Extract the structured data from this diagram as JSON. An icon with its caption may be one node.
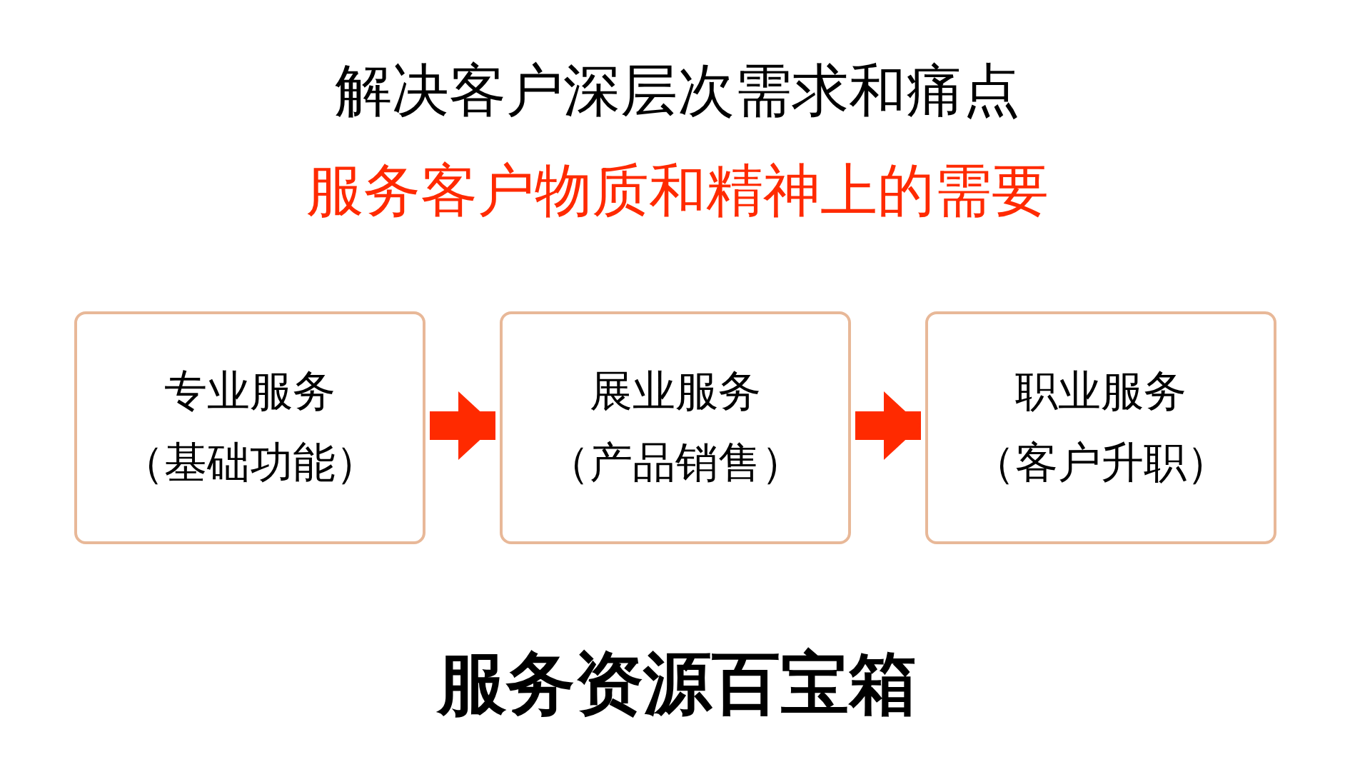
{
  "diagram": {
    "title": "解决客户深层次需求和痛点",
    "nodes": [
      {
        "text": [
          "专业服务",
          "（基础功能）"
        ]
      },
      {
        "text": [
          "展业服务",
          "（产品销售）"
        ]
      },
      {
        "text": [
          "职业服务",
          "（客户升职）"
        ]
      }
    ],
    "edges": [
      {
        "from": 0,
        "to": 1,
        "arrow": "to"
      },
      {
        "from": 1,
        "to": 2,
        "arrow": "to"
      }
    ],
    "labels": [
      "服务客户物质和精神上的需要",
      "服务资源百宝箱"
    ]
  }
}
